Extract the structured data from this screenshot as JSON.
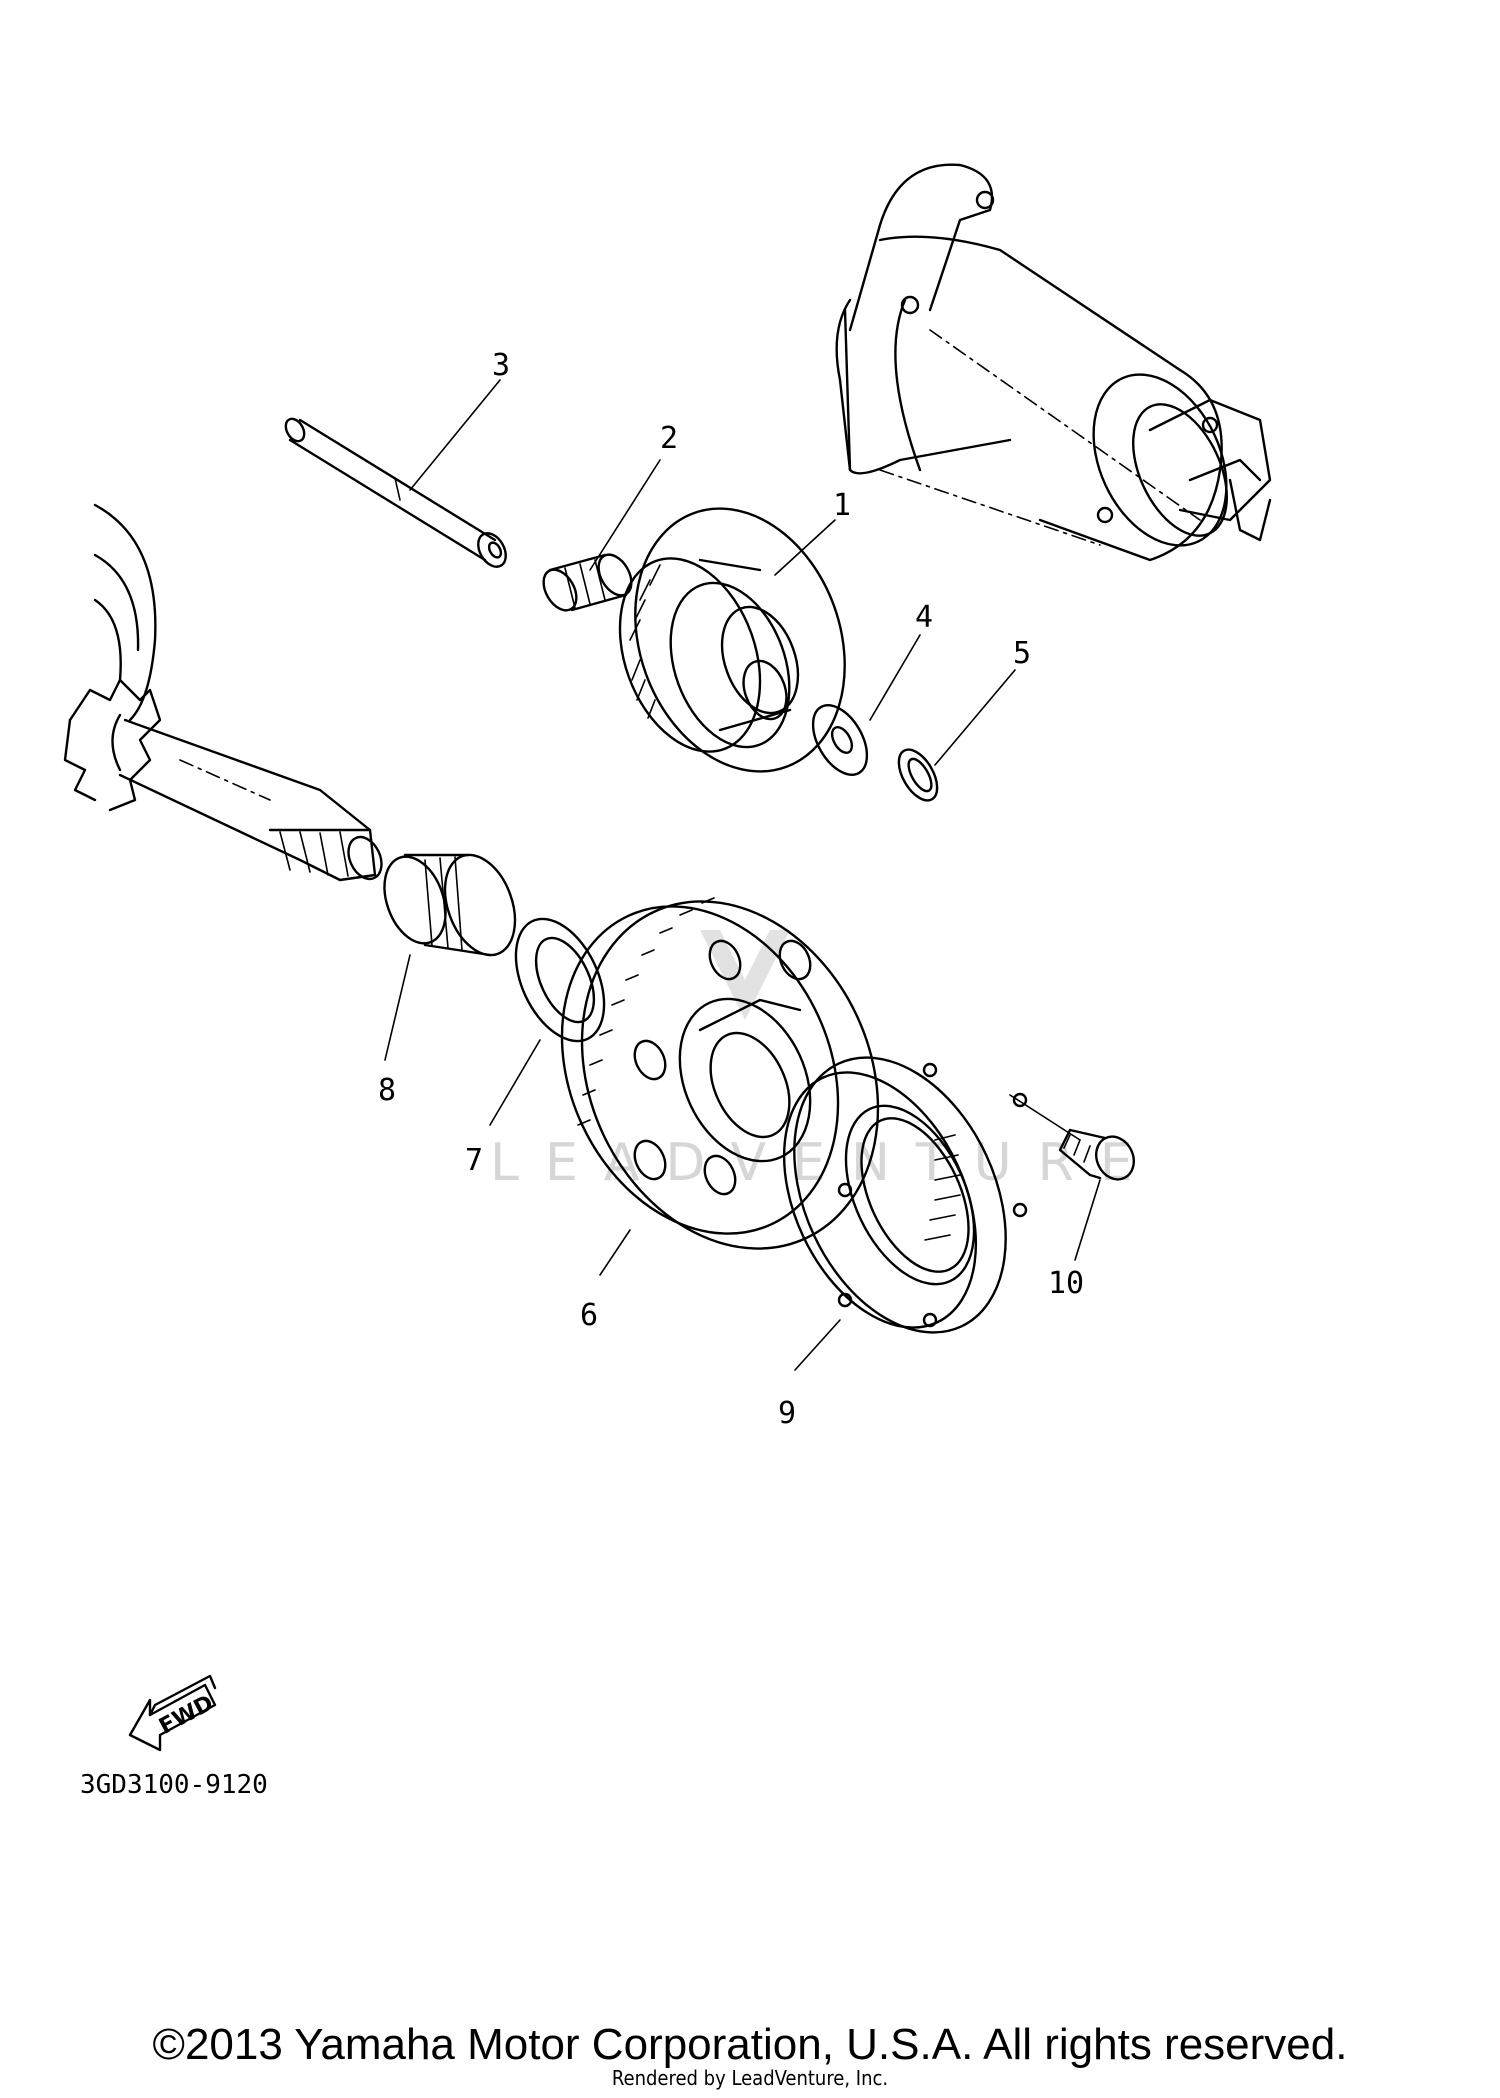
{
  "diagram": {
    "callouts": [
      "1",
      "2",
      "3",
      "4",
      "5",
      "6",
      "7",
      "8",
      "9",
      "10"
    ],
    "watermark": "LEADVENTURE",
    "direction_badge": "FWD",
    "part_code": "3GD3100-9120"
  },
  "footer": {
    "copyright": "©2013 Yamaha Motor Corporation, U.S.A. All rights reserved.",
    "rendered_by": "Rendered by LeadVenture, Inc."
  }
}
